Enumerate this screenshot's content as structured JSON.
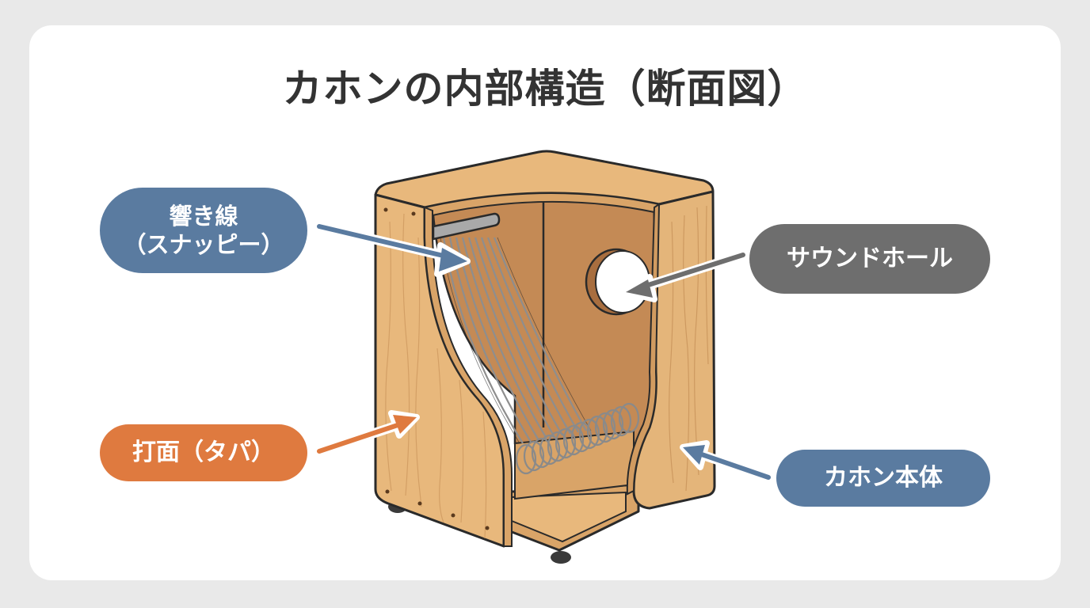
{
  "title": "カホンの内部構造（断面図）",
  "labels": {
    "snappy": {
      "line1": "響き線",
      "line2": "（スナッピー）",
      "color": "#5a7ba0"
    },
    "soundhole": {
      "text": "サウンドホール",
      "color": "#6e6e6e"
    },
    "tapa": {
      "text": "打面（タパ）",
      "color": "#df7a3f"
    },
    "body": {
      "text": "カホン本体",
      "color": "#5a7ba0"
    }
  },
  "illustration": {
    "subject": "cajon-cross-section",
    "parts": [
      "tapa-front-panel",
      "snare-wires",
      "snare-mount-bar",
      "coil-spring",
      "sound-hole",
      "side-panel",
      "top-panel",
      "bottom-panel",
      "feet"
    ],
    "colors": {
      "wood_light": "#e8b87c",
      "wood_mid": "#d9a468",
      "wood_inner": "#c48a55",
      "wood_dark": "#b07845",
      "outline": "#2a2a2a",
      "metal": "#a9a9a9",
      "background": "#e9e9e9",
      "card": "#ffffff"
    }
  }
}
